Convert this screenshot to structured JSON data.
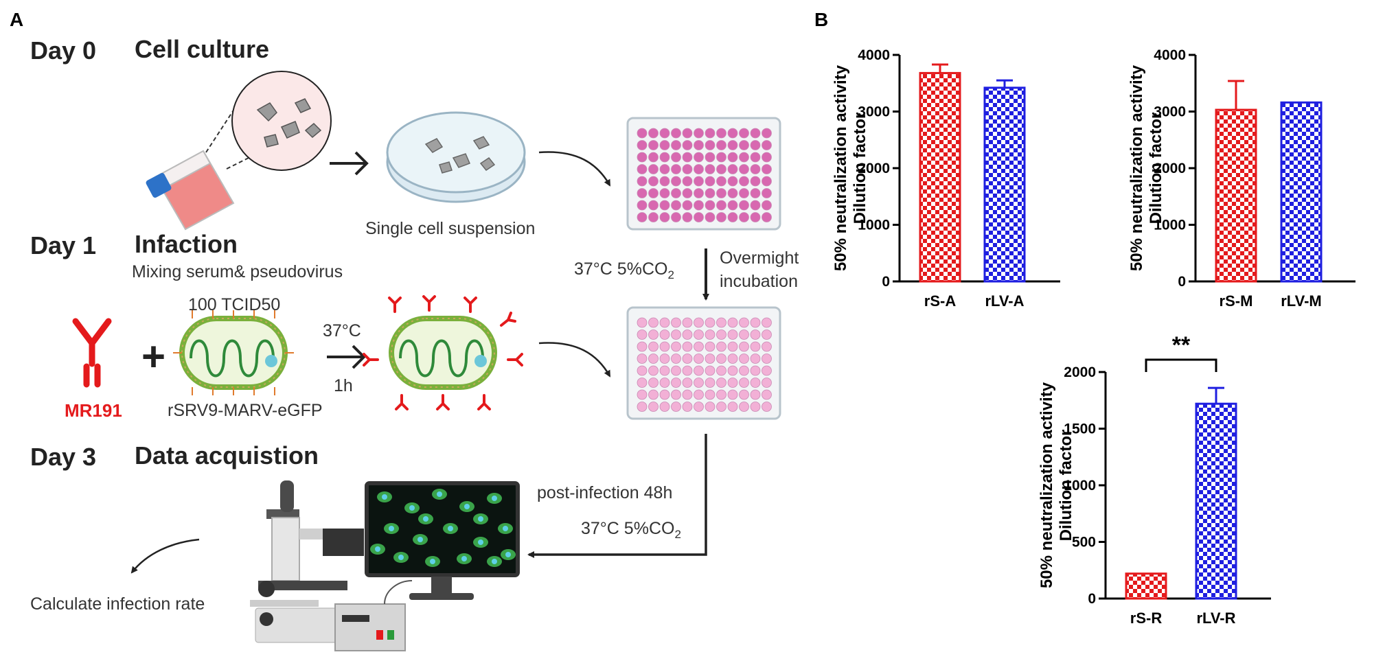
{
  "panel_a": {
    "label": "A",
    "day0": {
      "day": "Day 0",
      "title": "Cell culture"
    },
    "day1": {
      "day": "Day 1",
      "title": "Infaction"
    },
    "day3": {
      "day": "Day 3",
      "title": "Data acquistion"
    },
    "mixing": "Mixing serum& pseudovirus",
    "tcid": "100 TCID50",
    "antibody": "MR191",
    "virus": "rSRV9-MARV-eGFP",
    "temp37": "37°C",
    "time_1h": "1h",
    "single_cell": "Single cell suspension",
    "incubation_temp": "37°C 5%CO",
    "incubation_temp_sub": "2",
    "overnight_1": "Overmight",
    "overnight_2": "incubation",
    "post_infection": "post-infection 48h",
    "post_temp": "37°C 5%CO",
    "post_temp_sub": "2",
    "calculate": "Calculate infection rate"
  },
  "panel_b": {
    "label": "B",
    "significance": "**"
  },
  "colors": {
    "red": "#e41a1c",
    "blue": "#1f1fe0",
    "plate_dark": "#d868b0",
    "plate_light": "#f2b0d6",
    "virus_ring": "#7ab03c"
  },
  "chart_data": [
    {
      "type": "bar",
      "categories": [
        "rS-A",
        "rLV-A"
      ],
      "values": [
        3680,
        3420
      ],
      "errors": [
        150,
        130
      ],
      "colors": [
        "#e41a1c",
        "#1f1fe0"
      ],
      "ylabel_line1": "50% neutralization activity",
      "ylabel_line2": "Dilution factor",
      "ylim": [
        0,
        4000
      ],
      "yticks": [
        "0",
        "1000",
        "2000",
        "3000",
        "4000"
      ]
    },
    {
      "type": "bar",
      "categories": [
        "rS-M",
        "rLV-M"
      ],
      "values": [
        3030,
        3160
      ],
      "errors": [
        510,
        0
      ],
      "colors": [
        "#e41a1c",
        "#1f1fe0"
      ],
      "ylabel_line1": "50% neutralization activity",
      "ylabel_line2": "Dilution factor",
      "ylim": [
        0,
        4000
      ],
      "yticks": [
        "0",
        "1000",
        "2000",
        "3000",
        "4000"
      ]
    },
    {
      "type": "bar",
      "categories": [
        "rS-R",
        "rLV-R"
      ],
      "values": [
        220,
        1720
      ],
      "errors": [
        0,
        140
      ],
      "colors": [
        "#e41a1c",
        "#1f1fe0"
      ],
      "ylabel_line1": "50% neutralization activity",
      "ylabel_line2": "Dilution factor",
      "ylim": [
        0,
        2000
      ],
      "yticks": [
        "0",
        "500",
        "1000",
        "1500",
        "2000"
      ],
      "annotation": "**"
    }
  ]
}
